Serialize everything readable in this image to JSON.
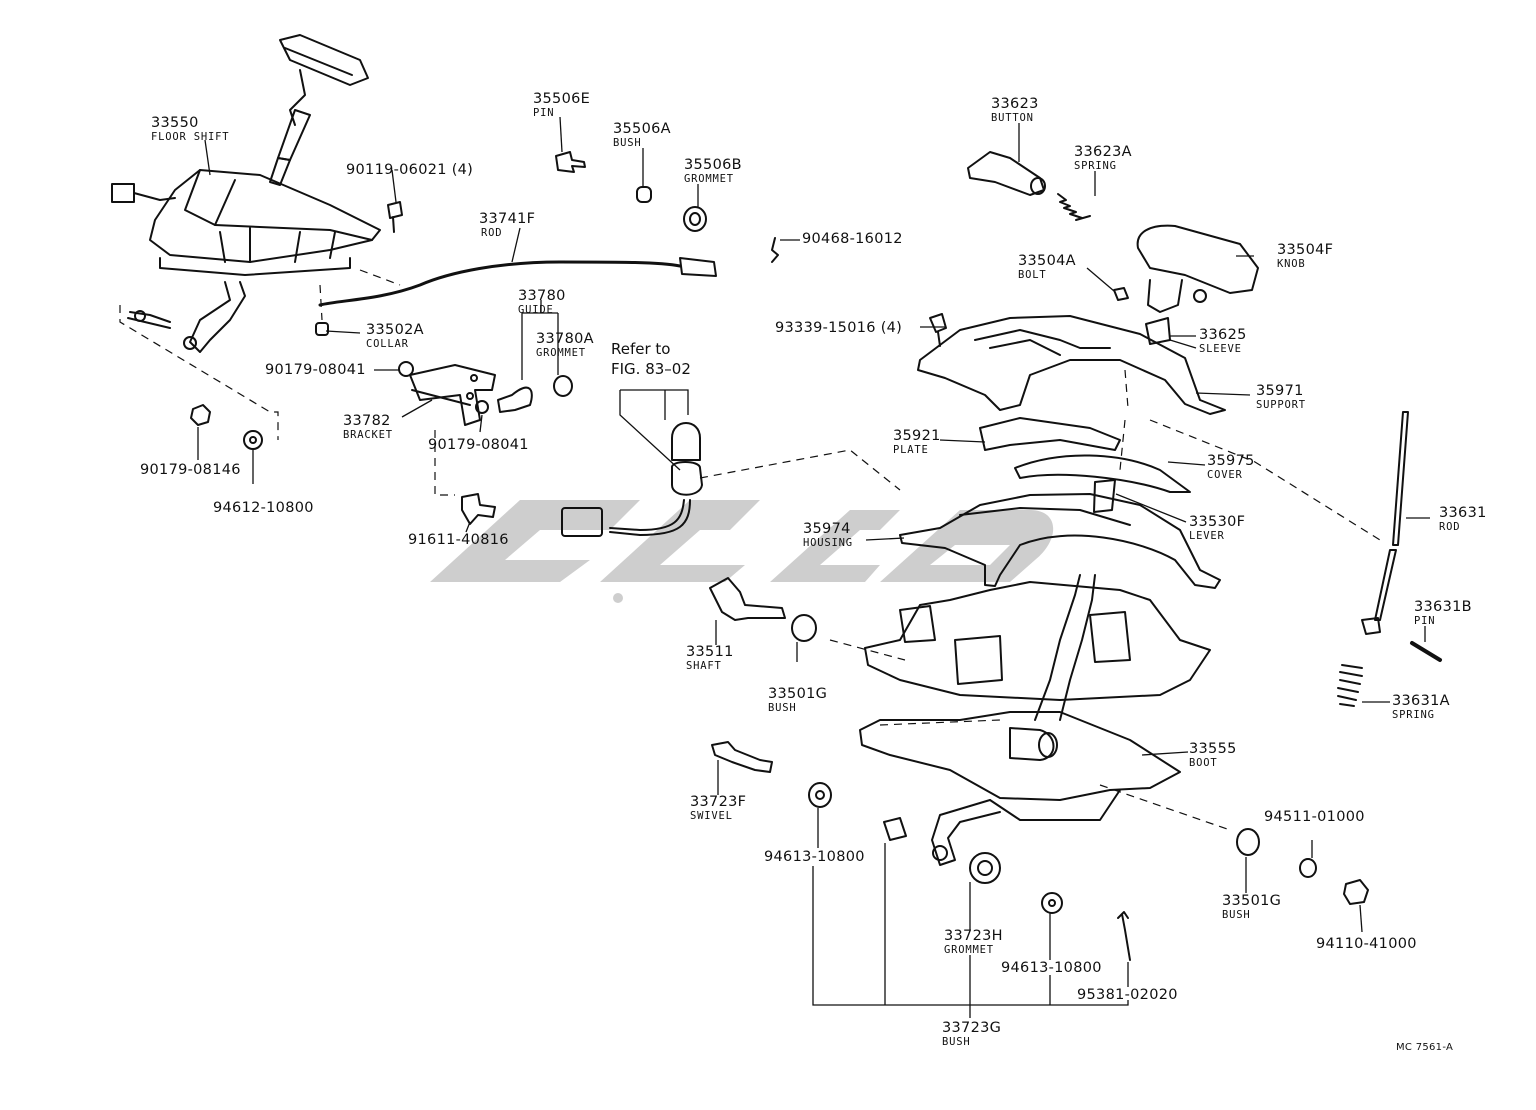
{
  "parts": [
    {
      "id": "p33550",
      "number": "33550",
      "name": "FLOOR SHIFT"
    },
    {
      "id": "p90119",
      "number": "90119-06021 (4)",
      "name": ""
    },
    {
      "id": "p35506E",
      "number": "35506E",
      "name": "PIN"
    },
    {
      "id": "p35506A",
      "number": "35506A",
      "name": "BUSH"
    },
    {
      "id": "p35506B",
      "number": "35506B",
      "name": "GROMMET"
    },
    {
      "id": "p33741F",
      "number": "33741F",
      "name": "ROD"
    },
    {
      "id": "p90468",
      "number": "90468-16012",
      "name": ""
    },
    {
      "id": "p33623",
      "number": "33623",
      "name": "BUTTON"
    },
    {
      "id": "p33623A",
      "number": "33623A",
      "name": "SPRING"
    },
    {
      "id": "p33504A",
      "number": "33504A",
      "name": "BOLT"
    },
    {
      "id": "p33504F",
      "number": "33504F",
      "name": "KNOB"
    },
    {
      "id": "p33780",
      "number": "33780",
      "name": "GUIDE"
    },
    {
      "id": "p33780A",
      "number": "33780A",
      "name": "GROMMET"
    },
    {
      "id": "p33502A",
      "number": "33502A",
      "name": "COLLAR"
    },
    {
      "id": "p93339",
      "number": "93339-15016 (4)",
      "name": ""
    },
    {
      "id": "p33625",
      "number": "33625",
      "name": "SLEEVE"
    },
    {
      "id": "p90179a",
      "number": "90179-08041",
      "name": ""
    },
    {
      "id": "p33782",
      "number": "33782",
      "name": "BRACKET"
    },
    {
      "id": "p90179b",
      "number": "90179-08041",
      "name": ""
    },
    {
      "id": "p35971",
      "number": "35971",
      "name": "SUPPORT"
    },
    {
      "id": "p35921",
      "number": "35921",
      "name": "PLATE"
    },
    {
      "id": "p35975",
      "number": "35975",
      "name": "COVER"
    },
    {
      "id": "p90179c",
      "number": "90179-08146",
      "name": ""
    },
    {
      "id": "p94612",
      "number": "94612-10800",
      "name": ""
    },
    {
      "id": "p33631",
      "number": "33631",
      "name": "ROD"
    },
    {
      "id": "p33530F",
      "number": "33530F",
      "name": "LEVER"
    },
    {
      "id": "p91611",
      "number": "91611-40816",
      "name": ""
    },
    {
      "id": "p35974",
      "number": "35974",
      "name": "HOUSING"
    },
    {
      "id": "p33631B",
      "number": "33631B",
      "name": "PIN"
    },
    {
      "id": "p33511",
      "number": "33511",
      "name": "SHAFT"
    },
    {
      "id": "p33501Ga",
      "number": "33501G",
      "name": "BUSH"
    },
    {
      "id": "p33631A",
      "number": "33631A",
      "name": "SPRING"
    },
    {
      "id": "p33555",
      "number": "33555",
      "name": "BOOT"
    },
    {
      "id": "p33723F",
      "number": "33723F",
      "name": "SWIVEL"
    },
    {
      "id": "p94511",
      "number": "94511-01000",
      "name": ""
    },
    {
      "id": "p94613a",
      "number": "94613-10800",
      "name": ""
    },
    {
      "id": "p33501Gb",
      "number": "33501G",
      "name": "BUSH"
    },
    {
      "id": "p33723H",
      "number": "33723H",
      "name": "GROMMET"
    },
    {
      "id": "p94110",
      "number": "94110-41000",
      "name": ""
    },
    {
      "id": "p94613b",
      "number": "94613-10800",
      "name": ""
    },
    {
      "id": "p95381",
      "number": "95381-02020",
      "name": ""
    },
    {
      "id": "p33723G",
      "number": "33723G",
      "name": "BUSH"
    }
  ],
  "reference": {
    "line1": "Refer to",
    "line2": "FIG. 83–02"
  },
  "diagram_code": "MC 7561-A",
  "colors": {
    "ink": "#111111",
    "watermark": "#c9c9c9"
  }
}
